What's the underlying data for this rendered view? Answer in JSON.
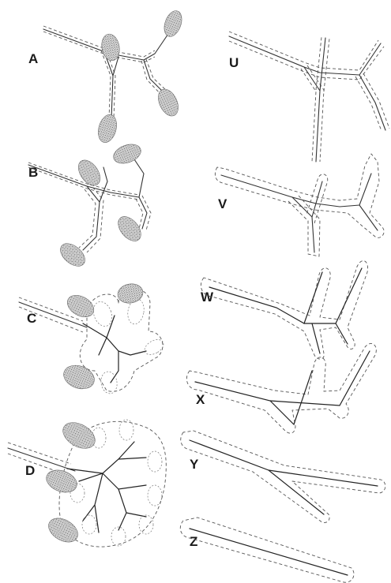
{
  "panels": {
    "A": {
      "label": "A"
    },
    "B": {
      "label": "B"
    },
    "C": {
      "label": "C"
    },
    "D": {
      "label": "D"
    },
    "U": {
      "label": "U"
    },
    "V": {
      "label": "V"
    },
    "W": {
      "label": "W"
    },
    "X": {
      "label": "X"
    },
    "Y": {
      "label": "Y"
    },
    "Z": {
      "label": "Z"
    }
  },
  "colors": {
    "ink": "#1a1a1a",
    "stipple": "#555555",
    "background": "#ffffff"
  }
}
